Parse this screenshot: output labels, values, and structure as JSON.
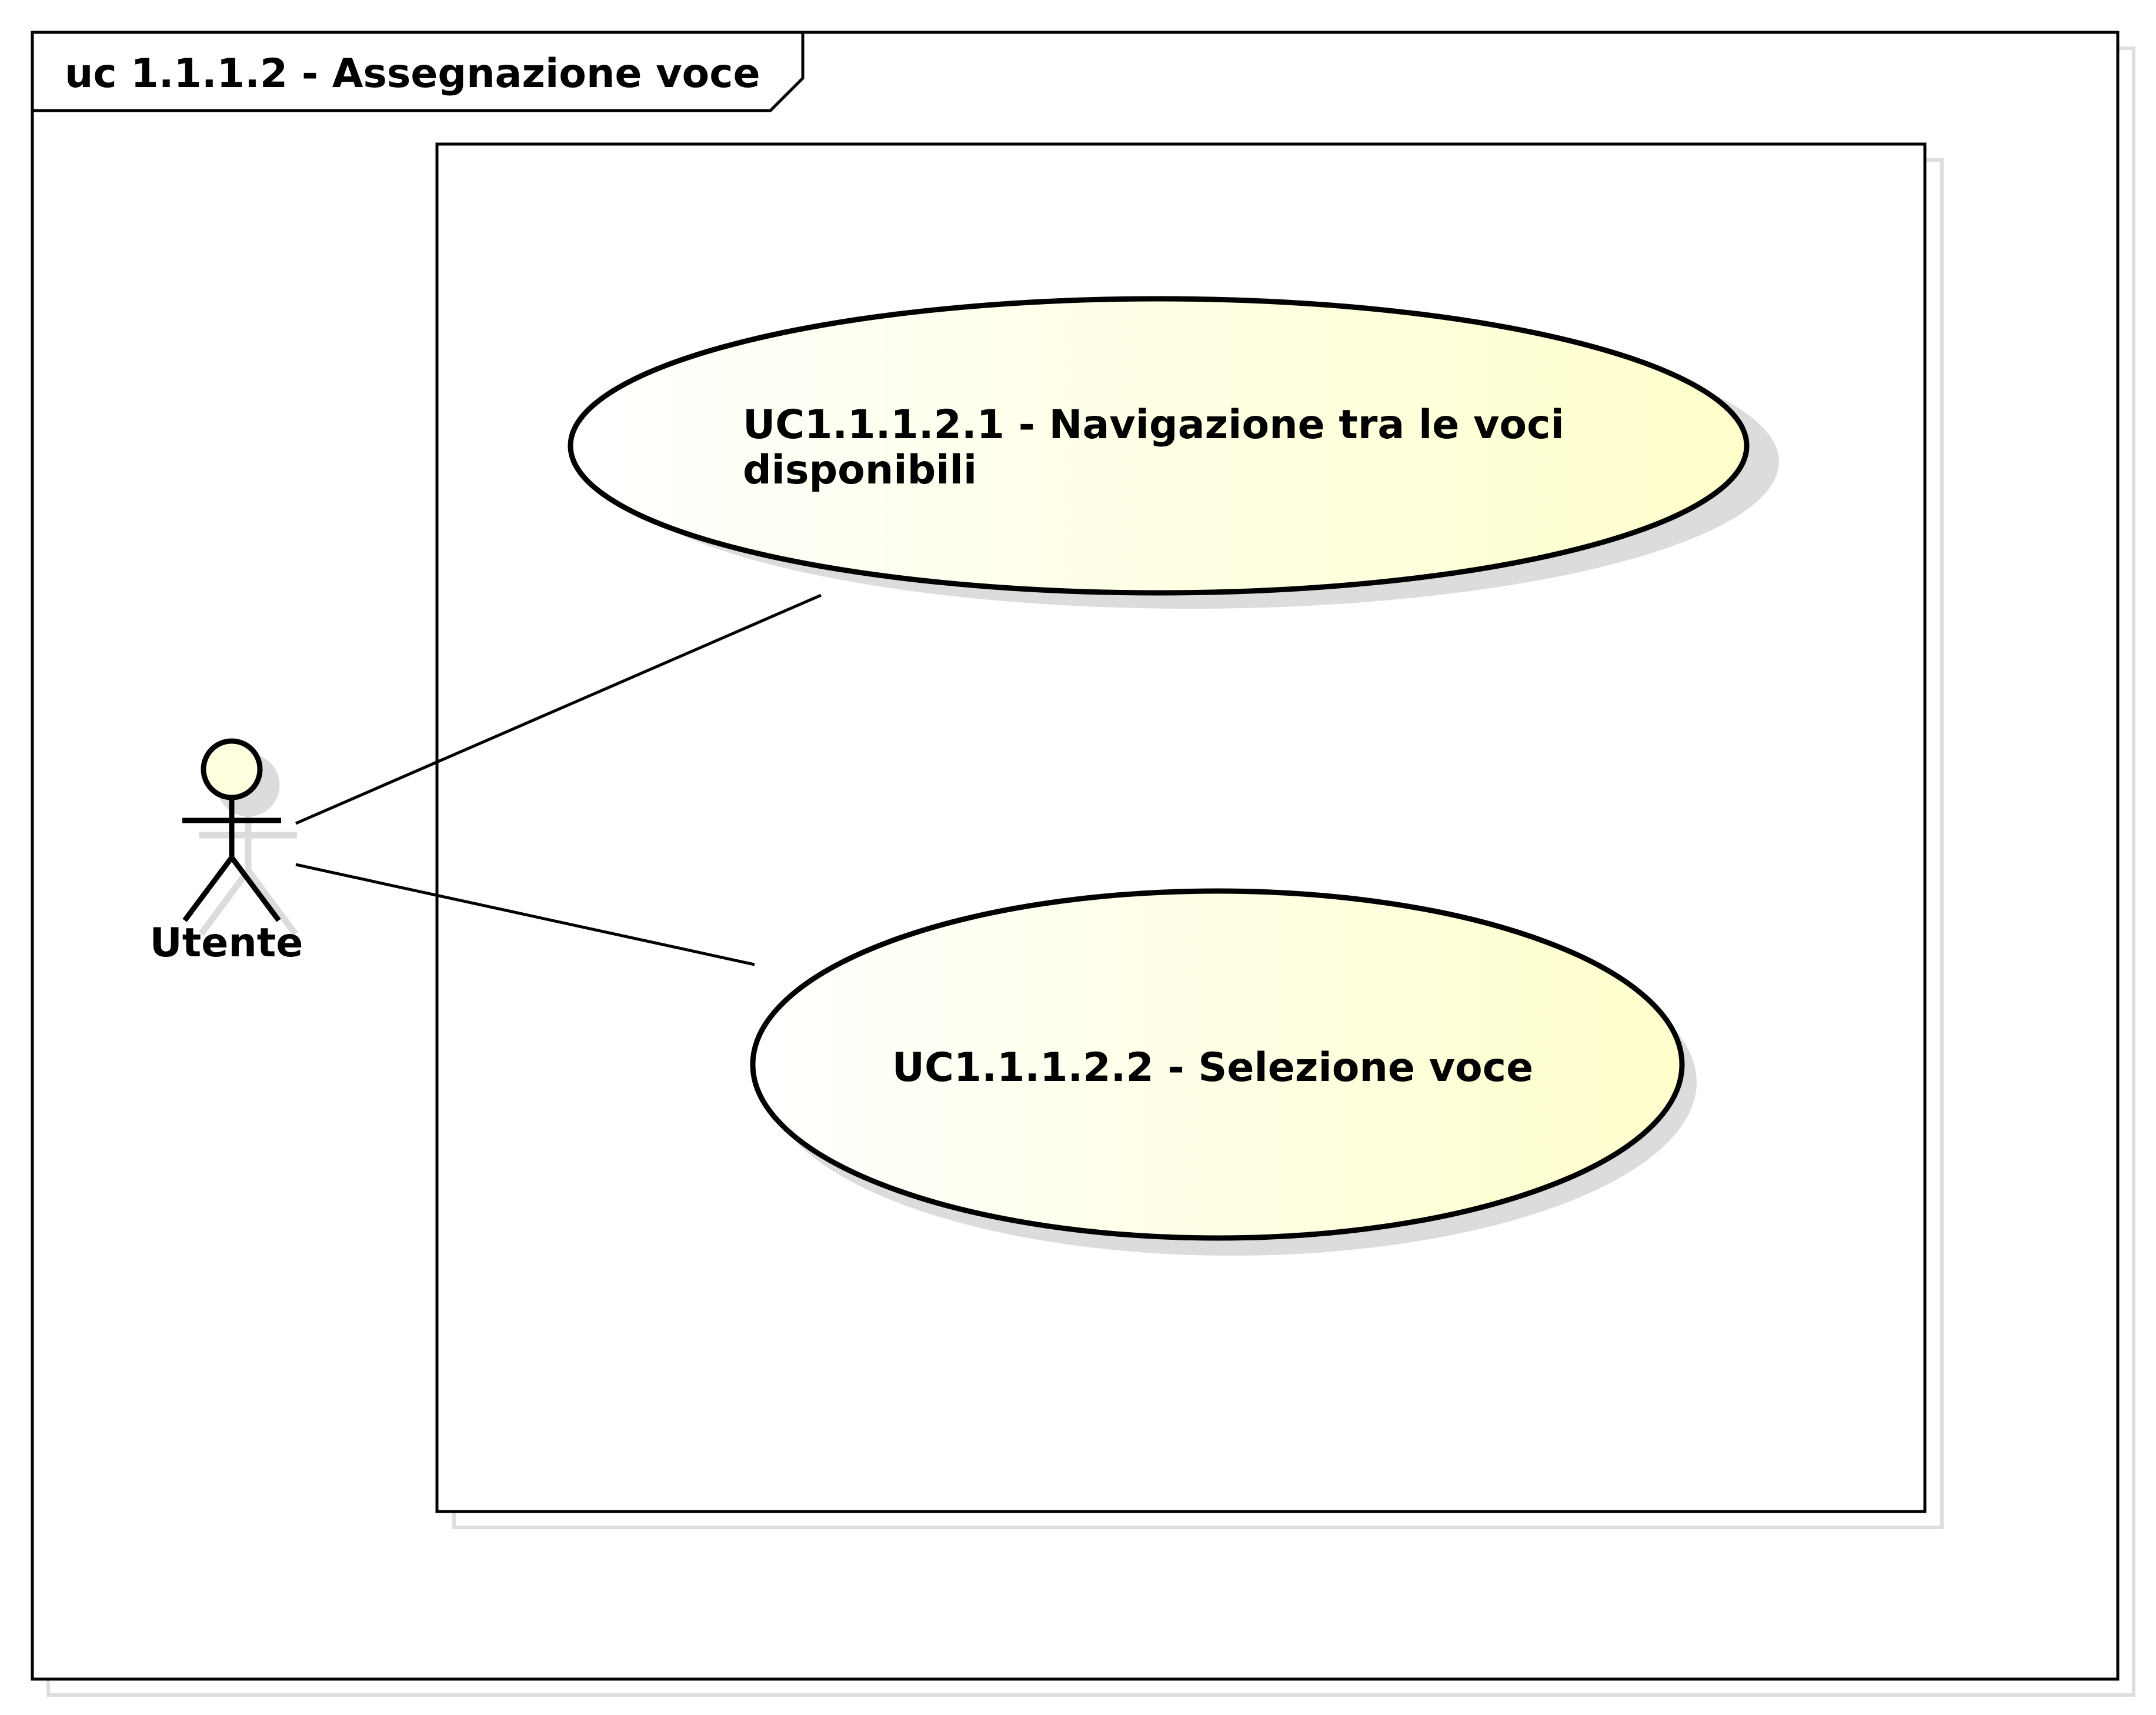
{
  "diagram": {
    "frame_title": "uc 1.1.1.2 - Assegnazione voce",
    "actor": {
      "name": "Utente",
      "icon": "stick-figure-icon"
    },
    "use_cases": [
      {
        "label_lines": [
          "UC1.1.1.2.1 - Navigazione tra le voci",
          "disponibili"
        ]
      },
      {
        "label_lines": [
          "UC1.1.1.2.2 - Selezione voce"
        ]
      }
    ],
    "colors": {
      "use_case_fill_start": "#ffffff",
      "use_case_fill_end": "#ffffcc",
      "actor_head_fill": "#ffffe0",
      "shadow": "#d9d9d9",
      "stroke": "#000000"
    }
  }
}
